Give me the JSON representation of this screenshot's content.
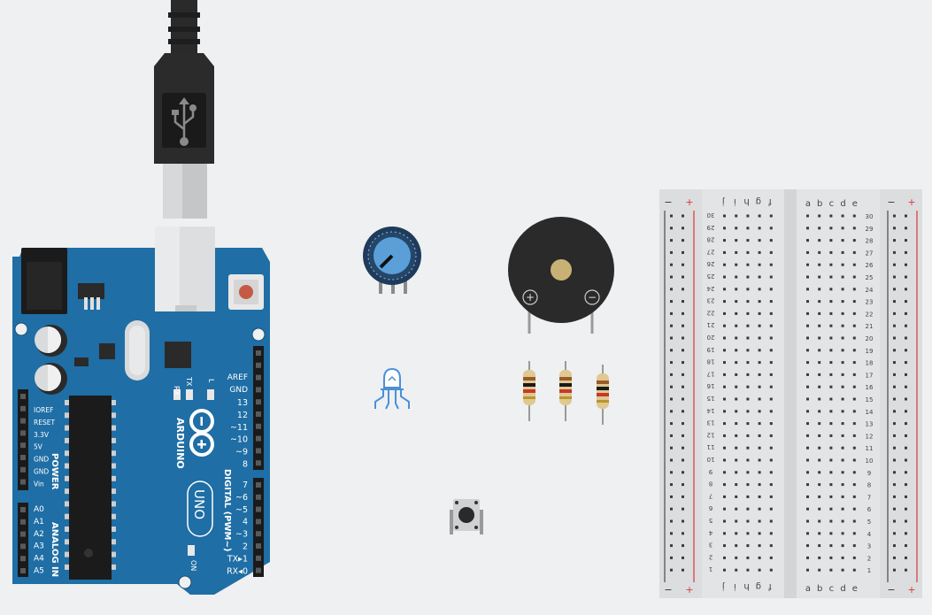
{
  "arduino": {
    "brand": "ARDUINO",
    "model": "UNO",
    "digital_header_label": "DIGITAL (PWM~)",
    "power_header_label": "POWER",
    "analog_header_label": "ANALOG IN",
    "aref": "AREF",
    "gnd": "GND",
    "led_rx": "RX",
    "led_tx": "TX",
    "led_l": "L",
    "on_label": "ON",
    "digital_pins": [
      "13",
      "12",
      "~11",
      "~10",
      "~9",
      "8",
      "7",
      "~6",
      "~5",
      "4",
      "~3",
      "2",
      "TX▸1",
      "RX◂0"
    ],
    "power_pins": [
      "IOREF",
      "RESET",
      "3.3V",
      "5V",
      "GND",
      "GND",
      "Vin"
    ],
    "analog_pins": [
      "A0",
      "A1",
      "A2",
      "A3",
      "A4",
      "A5"
    ]
  },
  "components": {
    "potentiometer": "potentiometer",
    "buzzer": "piezo-buzzer",
    "rgb_led": "rgb-led",
    "resistors": [
      "resistor-1",
      "resistor-2",
      "resistor-3"
    ],
    "pushbutton": "pushbutton"
  },
  "breadboard": {
    "left_rail_signs": [
      "−",
      "+"
    ],
    "right_rail_signs": [
      "−",
      "+"
    ],
    "left_letters": [
      "f",
      "g",
      "h",
      "i",
      "j"
    ],
    "right_letters": [
      "a",
      "b",
      "c",
      "d",
      "e"
    ],
    "rows": 30
  },
  "colors": {
    "background": "#eef0f1",
    "board": "#1f6ea5",
    "board_dark": "#17598a",
    "breadboard": "#e3e4e5",
    "rail_red": "#d83a3a",
    "rail_dark": "#2b2b2b"
  }
}
